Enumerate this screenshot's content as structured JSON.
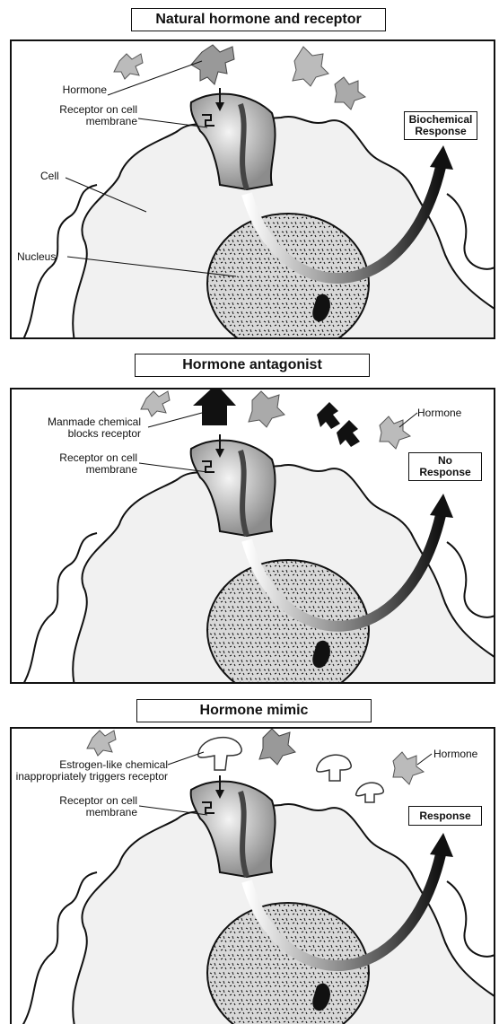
{
  "panels": [
    {
      "title": "Natural hormone and receptor",
      "labels": {
        "hormone": "Hormone",
        "receptor": "Receptor on cell membrane",
        "cell": "Cell",
        "nucleus": "Nucleus"
      },
      "response": "Biochemical Response"
    },
    {
      "title": "Hormone antagonist",
      "labels": {
        "manmade": "Manmade chemical blocks receptor",
        "receptor": "Receptor on cell membrane",
        "hormone": "Hormone"
      },
      "response": "No Response"
    },
    {
      "title": "Hormone mimic",
      "labels": {
        "estrogen": "Estrogen-like chemical inappropriately triggers receptor",
        "receptor": "Receptor on cell membrane",
        "hormone": "Hormone"
      },
      "response": "Response"
    }
  ]
}
